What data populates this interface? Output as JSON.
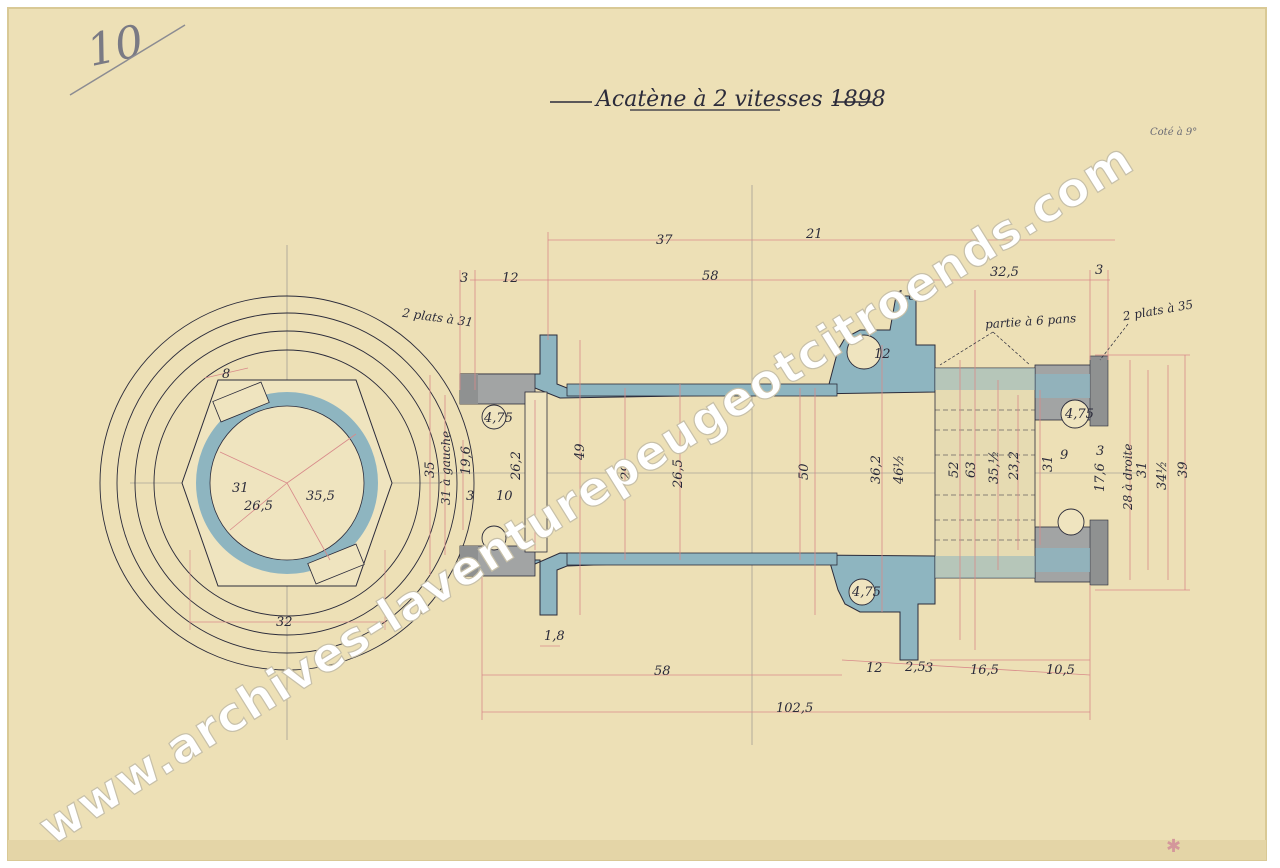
{
  "title": "Acatène à 2 vitesses 1898",
  "sheet_number": "10",
  "corner_note": "Coté à 9°",
  "watermark": "www.archives-laventurepeugeotcitroends.com",
  "colors": {
    "paper": "#ede0b6",
    "steel": "#8eb5c0",
    "gray_part": "#a2a4a4",
    "ink": "#2b2b3a",
    "dim_red": "#d88a8a"
  },
  "annotations": {
    "left_flats": "2 plats à 31",
    "right_flats": "2 plats à 35",
    "hex_part": "partie à 6 pans",
    "left_thread": "31 à gauche",
    "right_thread": "28 à droite"
  },
  "dims": {
    "d37": "37",
    "d21": "21",
    "d3a": "3",
    "d12a": "12",
    "d58a": "58",
    "d32_5": "32,5",
    "d3b": "3",
    "d1_8a": "1,8",
    "d12b": "12",
    "d4_75a": "4,75",
    "d4_75b": "4,75",
    "d4_75c": "4,75",
    "d35": "35",
    "d19_6": "19,6",
    "d26_2": "26,2",
    "d49": "49",
    "d29": "29",
    "d26_5": "26,5",
    "d50": "50",
    "d36_2": "36,2",
    "d46_5": "46½",
    "d52": "52",
    "d63": "63",
    "d35_5": "35,½",
    "d23_2": "23,2",
    "d31a": "31",
    "d9": "9",
    "d3c": "3",
    "d17_6": "17,6",
    "d31b": "31",
    "d34_5": "34½",
    "d39": "39",
    "d3d": "3",
    "d10": "10",
    "d1_8b": "1,8",
    "d58b": "58",
    "d12c": "12",
    "d2_5": "2,5",
    "d3e": "3",
    "d16_5": "16,5",
    "d10_5": "10,5",
    "d102_5": "102,5",
    "end_8": "8",
    "end_31": "31",
    "end_26_5": "26,5",
    "end_35_5": "35,5",
    "end_32": "32"
  }
}
